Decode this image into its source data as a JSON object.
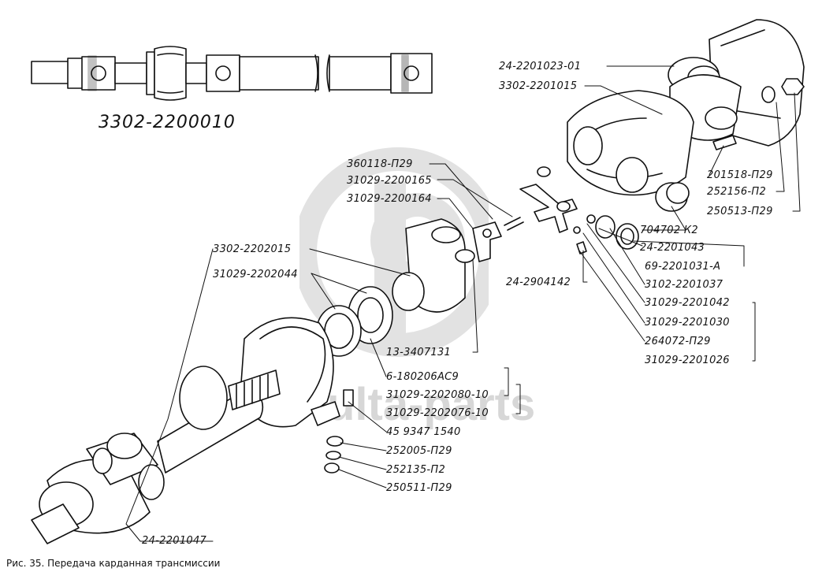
{
  "watermark": "ulta-parts",
  "assembly_number": "3302-2200010",
  "caption": "Рис. 35. Передача карданная трансмиссии",
  "labels": [
    "24-2201023-01",
    "3302-2201015",
    "360118-П29",
    "31029-2200165",
    "31029-2200164",
    "201518-П29",
    "252156-П2",
    "250513-П29",
    "704702 К2",
    "24-2201043",
    "3302-2202015",
    "31029-2202044",
    "69-2201031-А",
    "24-2904142",
    "3102-2201037",
    "31029-2201042",
    "31029-2201030",
    "264072-П29",
    "31029-2201026",
    "13-3407131",
    "6-180206АС9",
    "31029-2202080-10",
    "31029-2202076-10",
    "45 9347 1540",
    "252005-П29",
    "252135-П2",
    "250511-П29",
    "24-2201047"
  ]
}
